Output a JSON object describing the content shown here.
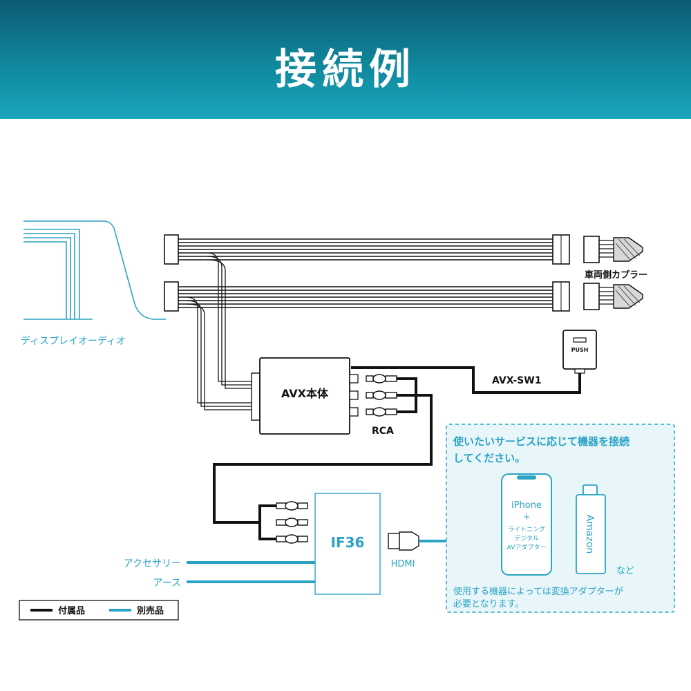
{
  "header": {
    "title": "接続例"
  },
  "labels": {
    "display_audio": "ディスプレイオーディオ",
    "vehicle_coupler": "車両側カプラー",
    "switch_name": "AVX-SW1",
    "switch_button": "PUSH",
    "main_unit": "AVX本体",
    "rca": "RCA",
    "if36": "IF36",
    "hdmi": "HDMI",
    "accessory": "アクセサリー",
    "ground": "アース"
  },
  "note_box": {
    "title_line1": "使いたいサービスに応じて機器を接続",
    "title_line2": "してください。",
    "iphone_lines": [
      "iPhone",
      "+",
      "ライトニング",
      "デジタル",
      "AVアダプター"
    ],
    "amazon": "Amazon",
    "etc": "など",
    "footer_line1": "使用する機器によっては変換アダプターが",
    "footer_line2": "必要となります。"
  },
  "legend": {
    "included": "付属品",
    "sold_separately": "別売品"
  },
  "colors": {
    "included": "#111111",
    "sold_separately": "#2aa3c4",
    "banner": "#10879c",
    "note_bg": "#e8f5f9",
    "note_border": "#5ab8d0"
  }
}
